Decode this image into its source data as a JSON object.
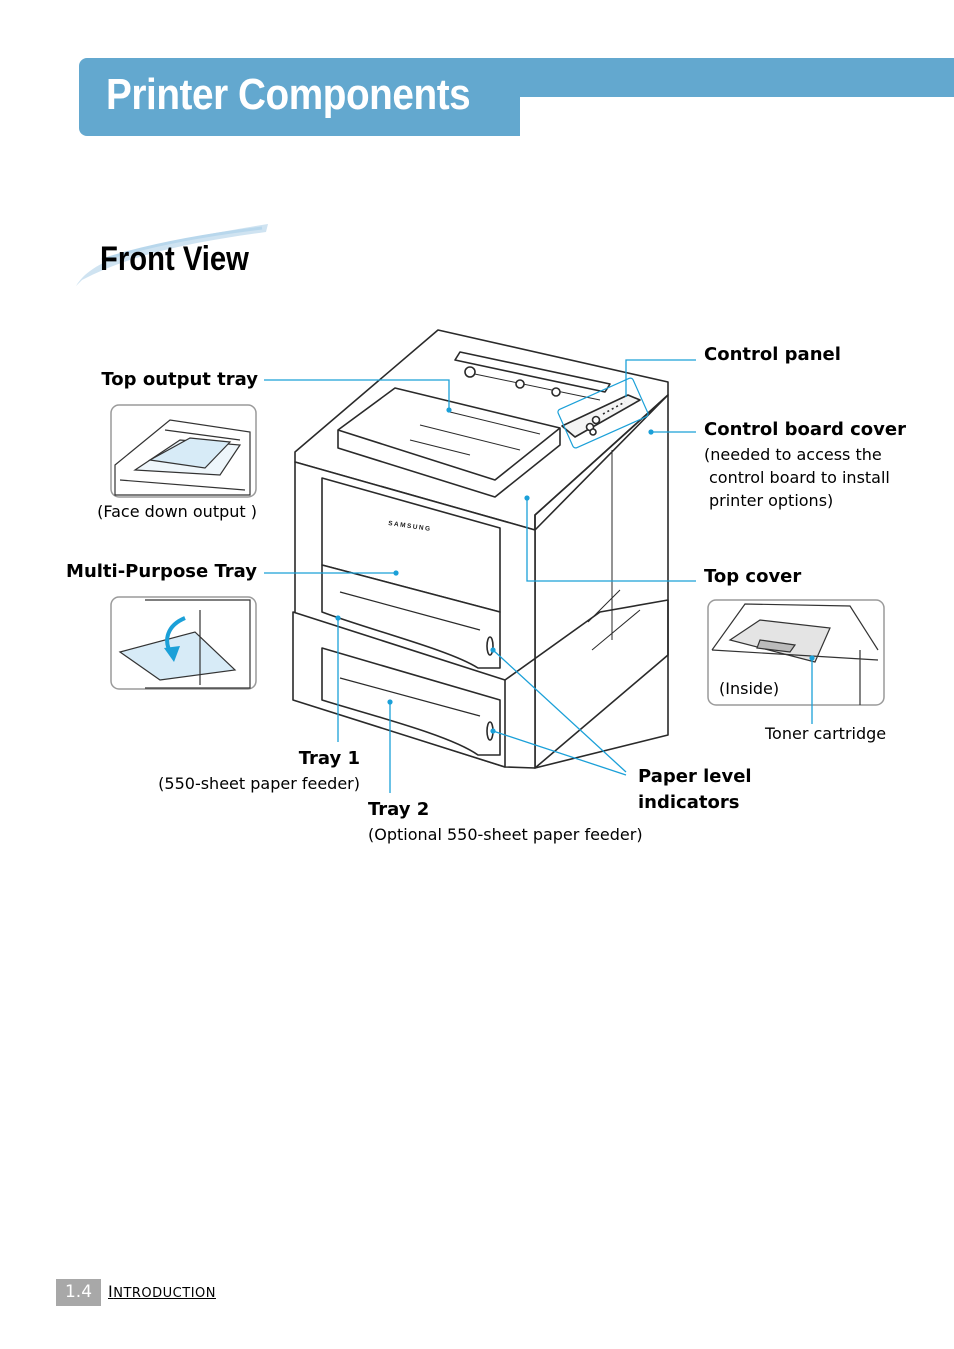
{
  "header": {
    "title": "Printer Components"
  },
  "section": {
    "heading": "Front View"
  },
  "callouts": {
    "top_output_tray": "Top output tray",
    "face_down_output": "(Face down output )",
    "multi_purpose_tray": "Multi-Purpose Tray",
    "tray1": "Tray 1",
    "tray1_desc": "(550-sheet paper feeder)",
    "tray2": "Tray 2",
    "tray2_desc": "(Optional 550-sheet paper feeder)",
    "control_panel": "Control panel",
    "control_board_cover": "Control board cover",
    "control_board_desc_1": "(needed to access the",
    "control_board_desc_2": "control board to install",
    "control_board_desc_3": "printer options)",
    "top_cover": "Top cover",
    "inside": "(Inside)",
    "toner_cartridge": "Toner cartridge",
    "paper_level_1": "Paper level",
    "paper_level_2": "indicators",
    "brand": "SAMSUNG"
  },
  "footer": {
    "page_number": "1.4",
    "chapter_initial": "I",
    "chapter_rest": "NTRODUCTION"
  },
  "colors": {
    "accent": "#63a8cf",
    "leader": "#1ba0d8",
    "outline": "#2a2a2a"
  }
}
